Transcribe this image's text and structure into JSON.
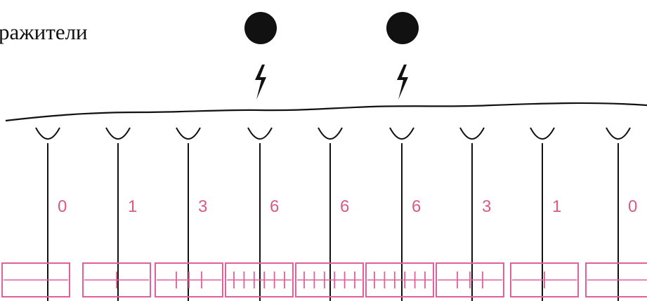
{
  "title": "ражители",
  "colors": {
    "ink": "#111111",
    "pink": "#e0609a"
  },
  "receptors": [
    {
      "value": "0",
      "stimulated": false,
      "ticks": 0
    },
    {
      "value": "1",
      "stimulated": false,
      "ticks": 1
    },
    {
      "value": "3",
      "stimulated": false,
      "ticks": 3
    },
    {
      "value": "6",
      "stimulated": true,
      "ticks": 6
    },
    {
      "value": "6",
      "stimulated": false,
      "ticks": 6
    },
    {
      "value": "6",
      "stimulated": true,
      "ticks": 6
    },
    {
      "value": "3",
      "stimulated": false,
      "ticks": 3
    },
    {
      "value": "1",
      "stimulated": false,
      "ticks": 1
    },
    {
      "value": "0",
      "stimulated": false,
      "ticks": 0
    }
  ],
  "icons": {
    "stimulus": "black-dot-icon",
    "signal": "lightning-bolt-icon"
  }
}
